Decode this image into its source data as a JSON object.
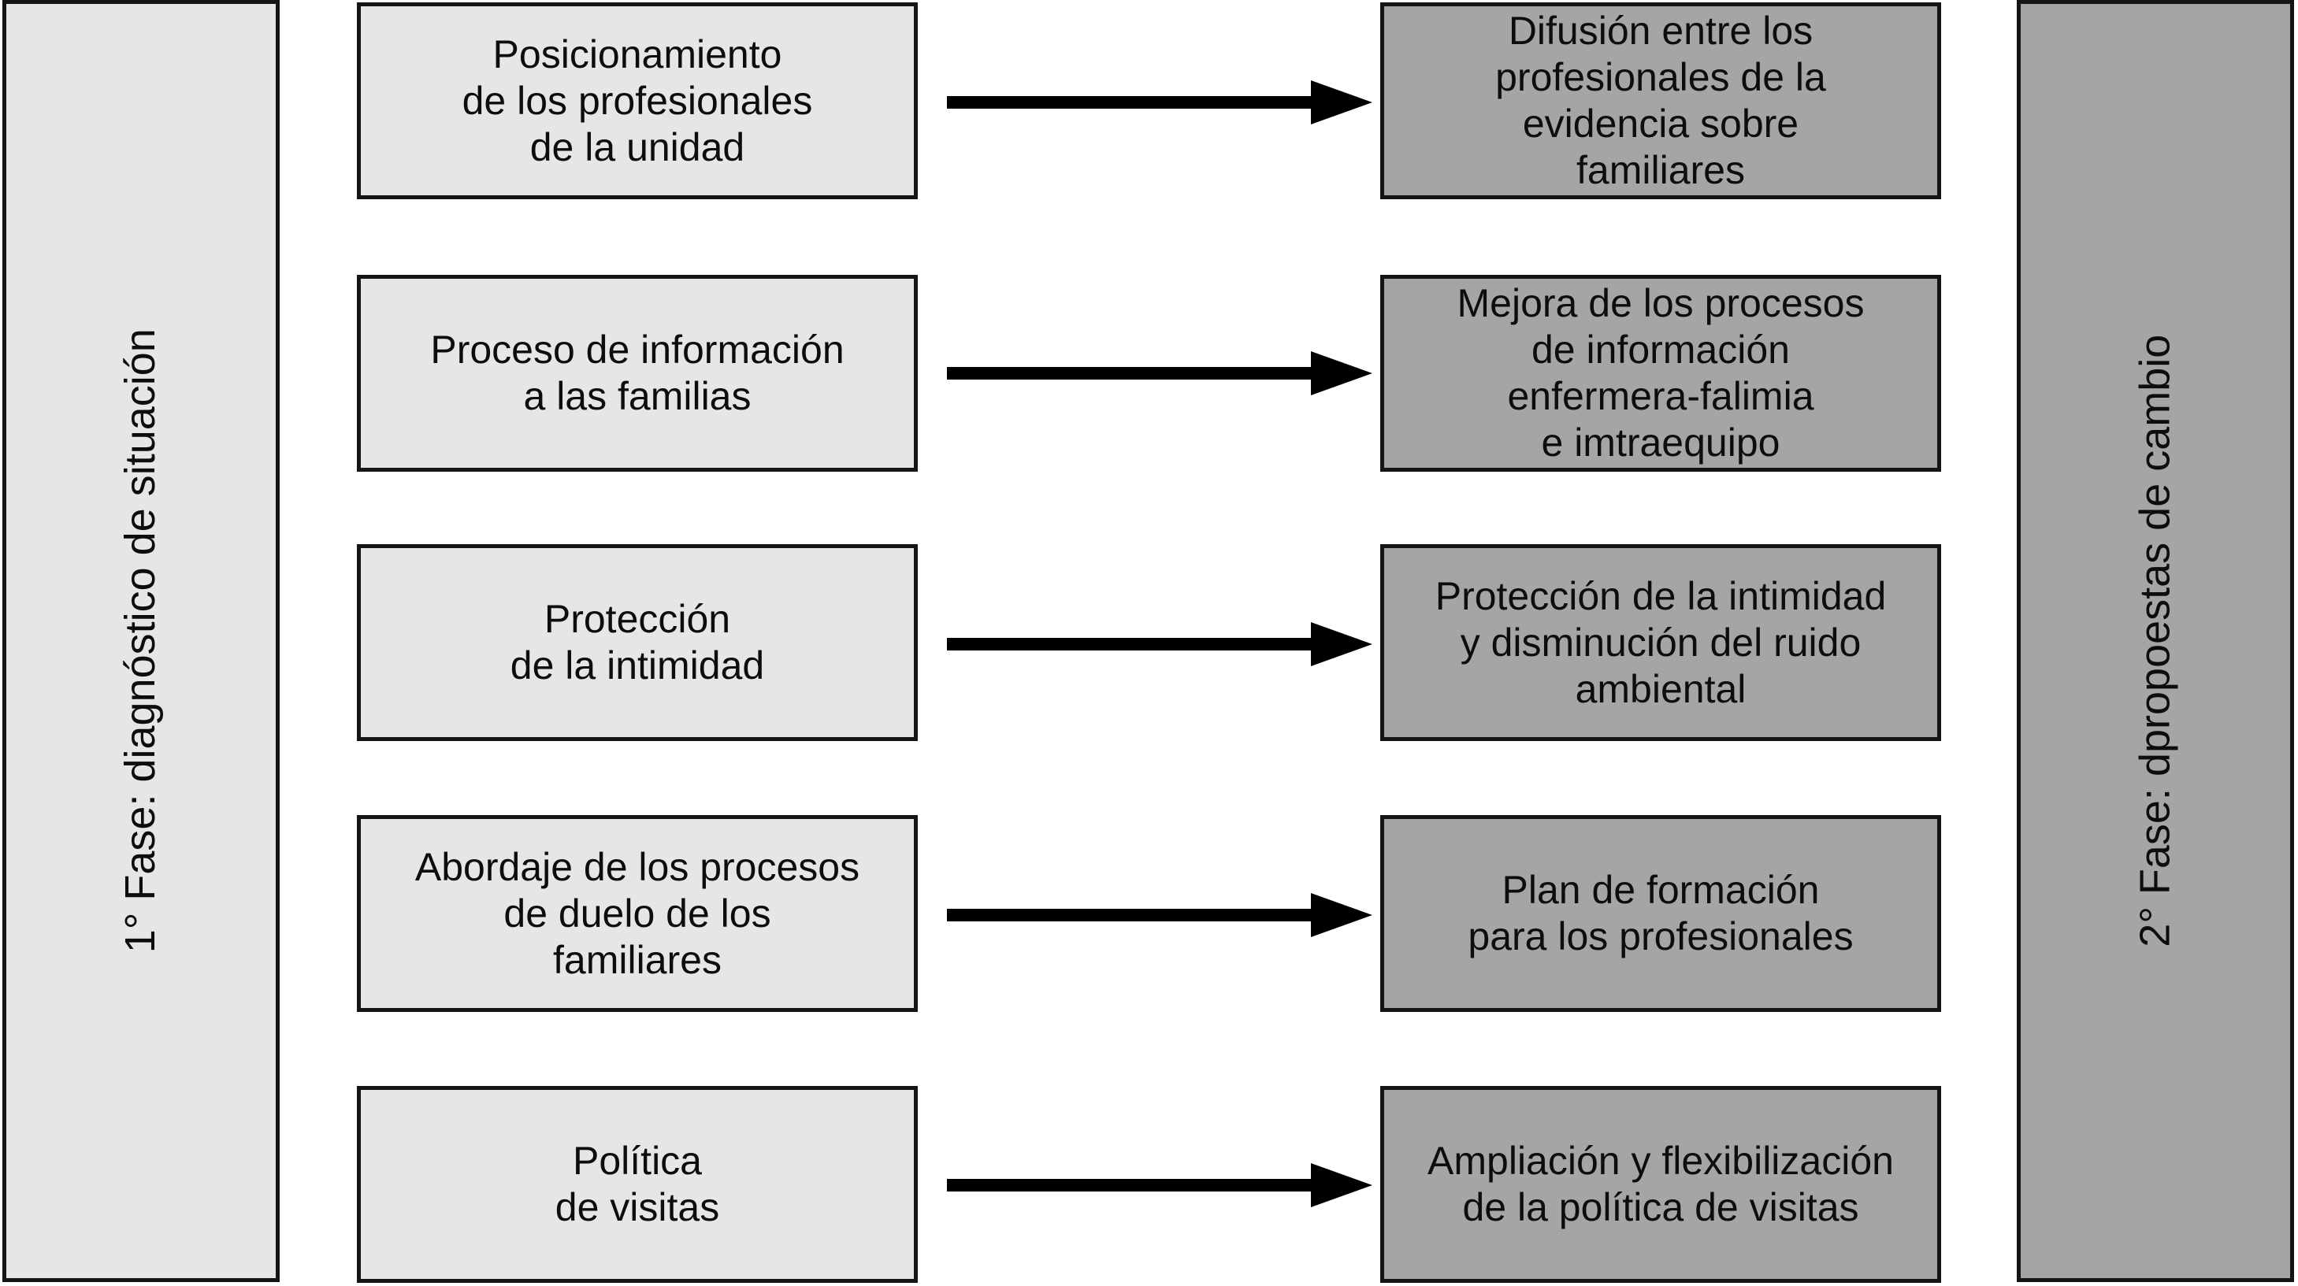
{
  "diagram": {
    "title_left_phase": "1° Fase: diagnóstico de situación",
    "title_right_phase": "2° Fase: dpropoestas de cambio",
    "colors": {
      "phase_left_fill": "#e6e6e6",
      "phase_right_fill": "#a5a5a5",
      "box_left_fill": "#e6e6e6",
      "box_right_fill": "#a5a5a5",
      "border": "#151515",
      "arrow": "#000000",
      "text": "#0d0d0d"
    },
    "rows": [
      {
        "left": "Posicionamiento\nde los profesionales\nde la unidad",
        "right": "Difusión entre los\nprofesionales de la\nevidencia sobre\nfamiliares",
        "arrow": "right-arrow"
      },
      {
        "left": "Proceso de información\na las familias",
        "right": "Mejora de los procesos\nde información\nenfermera-falimia\ne imtraequipo",
        "arrow": "right-arrow"
      },
      {
        "left": "Protección\nde la intimidad",
        "right": "Protección de la intimidad\ny disminución del ruido\nambiental",
        "arrow": "right-arrow"
      },
      {
        "left": "Abordaje de los procesos\nde duelo de los\nfamiliares",
        "right": "Plan de formación\npara los profesionales",
        "arrow": "right-arrow"
      },
      {
        "left": "Política\nde visitas",
        "right": "Ampliación y flexibilización\nde la política de visitas",
        "arrow": "right-arrow"
      }
    ]
  }
}
